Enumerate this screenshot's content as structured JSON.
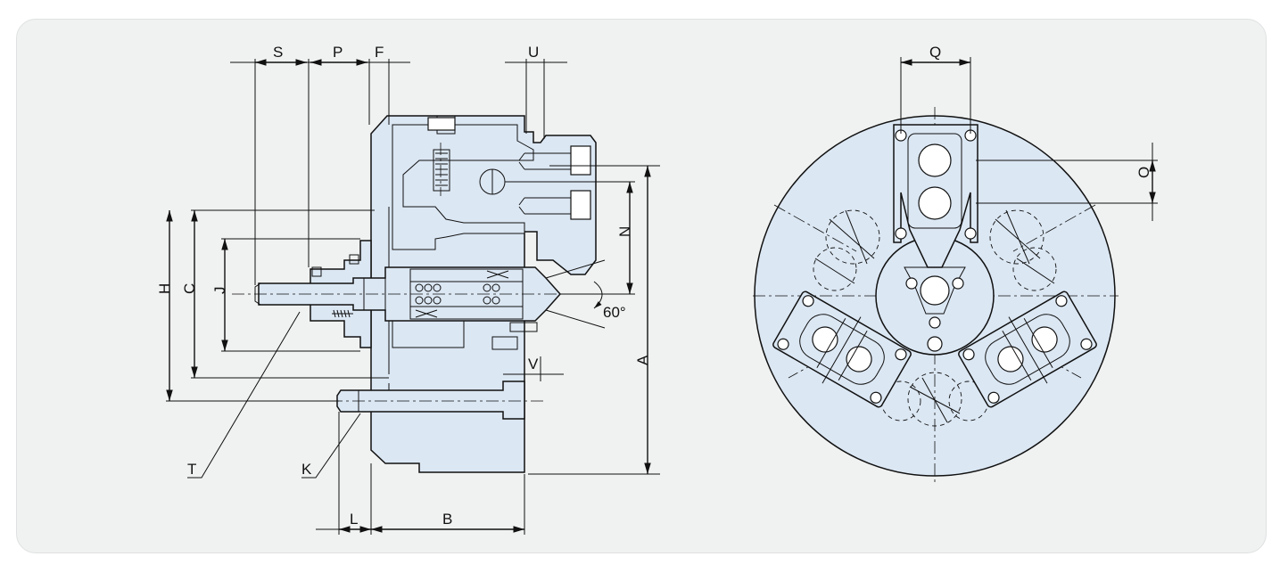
{
  "colors": {
    "panel_background": "#f0f1f1",
    "part_fill": "#dbe7f3",
    "line": "#111111"
  },
  "side_view": {
    "labels": {
      "S": "S",
      "P": "P",
      "F": "F",
      "U": "U",
      "H": "H",
      "C": "C",
      "J": "J",
      "N": "N",
      "A": "A",
      "V": "V",
      "T": "T",
      "K": "K",
      "L": "L",
      "B": "B",
      "angle": "60°"
    }
  },
  "front_view": {
    "labels": {
      "Q": "Q",
      "O": "O"
    }
  }
}
